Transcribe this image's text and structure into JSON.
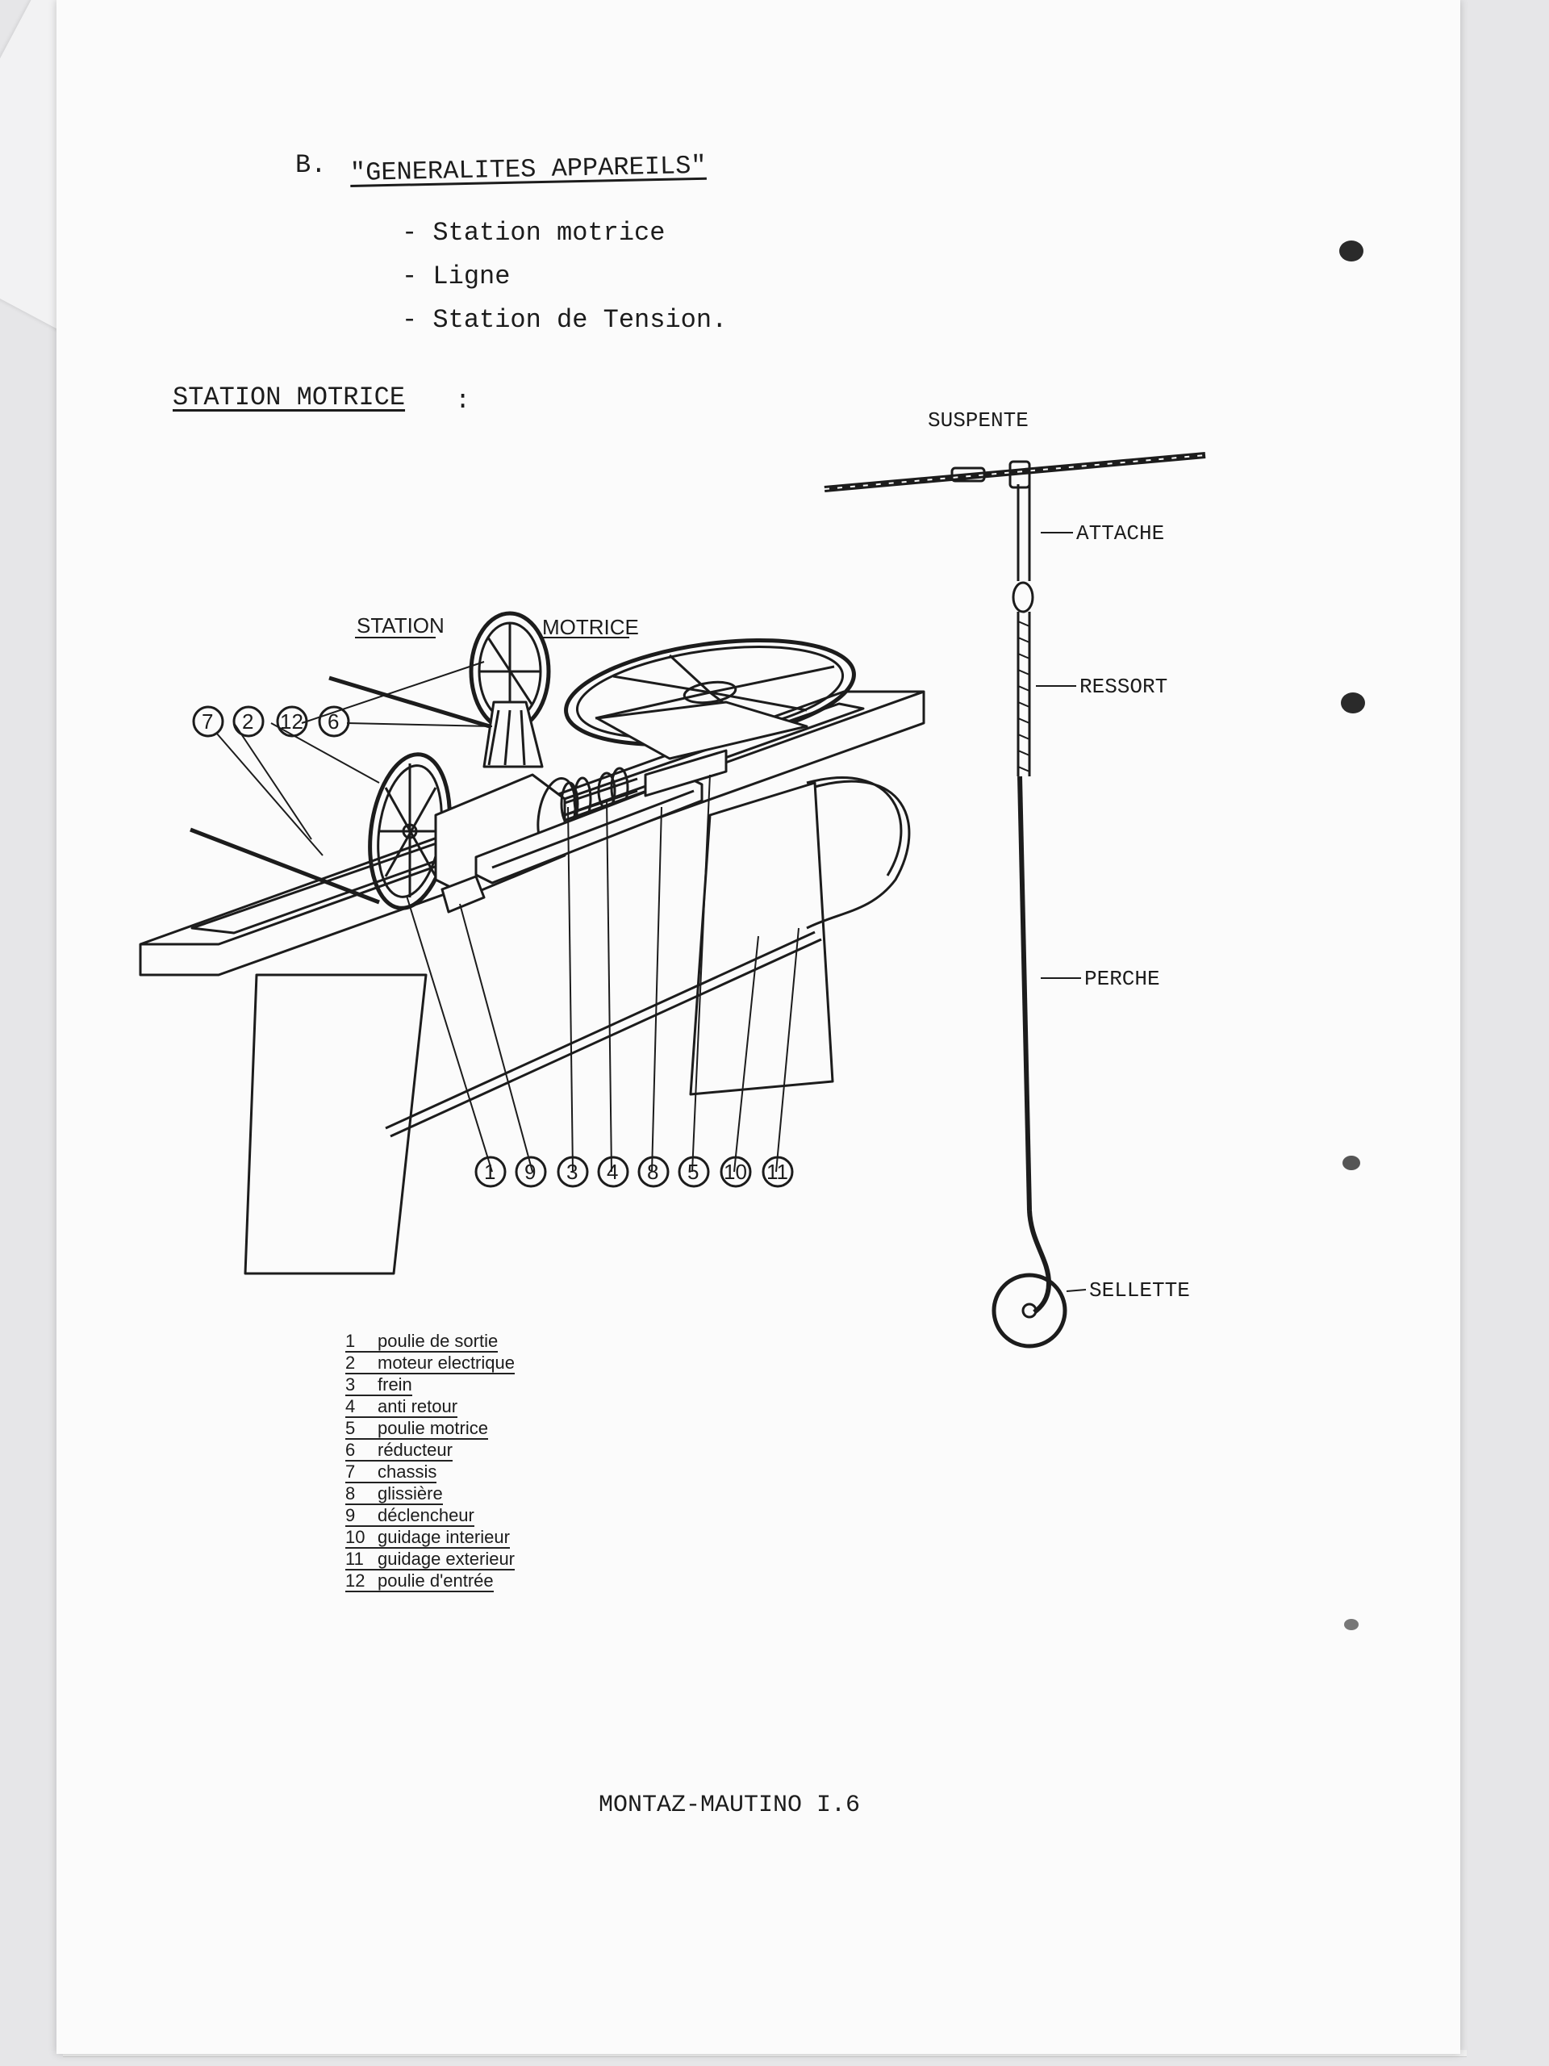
{
  "section": {
    "prefix": "B.",
    "title": "\"GENERALITES APPAREILS\"",
    "items": [
      "- Station motrice",
      "- Ligne",
      "- Station de Tension."
    ]
  },
  "subheading": "STATION MOTRICE",
  "subheading_colon": ":",
  "diagram_station": {
    "label_station": "STATION",
    "label_motrice": "MOTRICE",
    "top_callouts": [
      "7",
      "2",
      "12",
      "6"
    ],
    "bottom_callouts": [
      "1",
      "9",
      "3",
      "4",
      "8",
      "5",
      "10",
      "11"
    ]
  },
  "diagram_suspente": {
    "title": "SUSPENTE",
    "labels": [
      "ATTACHE",
      "RESSORT",
      "PERCHE",
      "SELLETTE"
    ]
  },
  "legend": [
    {
      "num": "1",
      "text": "poulie de sortie"
    },
    {
      "num": "2",
      "text": "moteur electrique"
    },
    {
      "num": "3",
      "text": "frein"
    },
    {
      "num": "4",
      "text": "anti retour"
    },
    {
      "num": "5",
      "text": "poulie motrice"
    },
    {
      "num": "6",
      "text": "réducteur"
    },
    {
      "num": "7",
      "text": "chassis"
    },
    {
      "num": "8",
      "text": "glissière"
    },
    {
      "num": "9",
      "text": "déclencheur"
    },
    {
      "num": "10",
      "text": "guidage interieur"
    },
    {
      "num": "11",
      "text": "guidage exterieur"
    },
    {
      "num": "12",
      "text": "poulie d'entrée"
    }
  ],
  "footer": "MONTAZ-MAUTINO I.6",
  "colors": {
    "ink": "#1c1c1c",
    "paper": "#fbfbfb",
    "background": "#e6e6e8"
  }
}
